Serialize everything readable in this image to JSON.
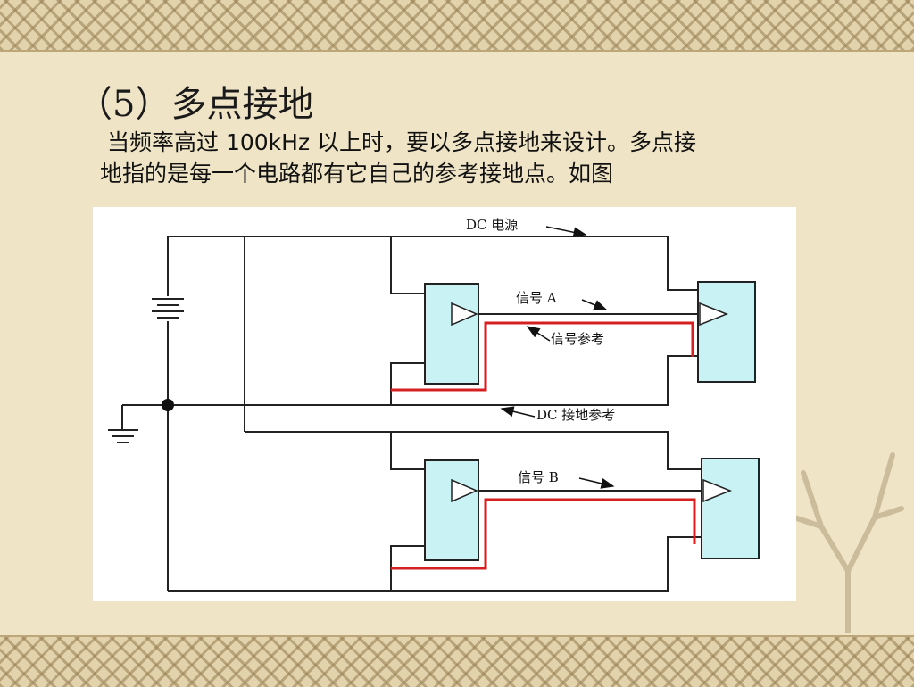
{
  "slide": {
    "title": "（5）多点接地",
    "body_line1": "当频率高过 100kHz 以上时，要以多点接地来设计。多点接",
    "body_line2": "地指的是每一个电路都有它自己的参考接地点。如图"
  },
  "figure": {
    "labels": {
      "dc_power": "DC 电源",
      "signal_a": "信号 A",
      "signal_ref": "信号参考",
      "dc_ground_ref": "DC 接地参考",
      "signal_b": "信号 B"
    }
  },
  "colors": {
    "background": "#efe4c6",
    "block_fill": "#c8f2f4",
    "reference_trace": "#d42020"
  }
}
